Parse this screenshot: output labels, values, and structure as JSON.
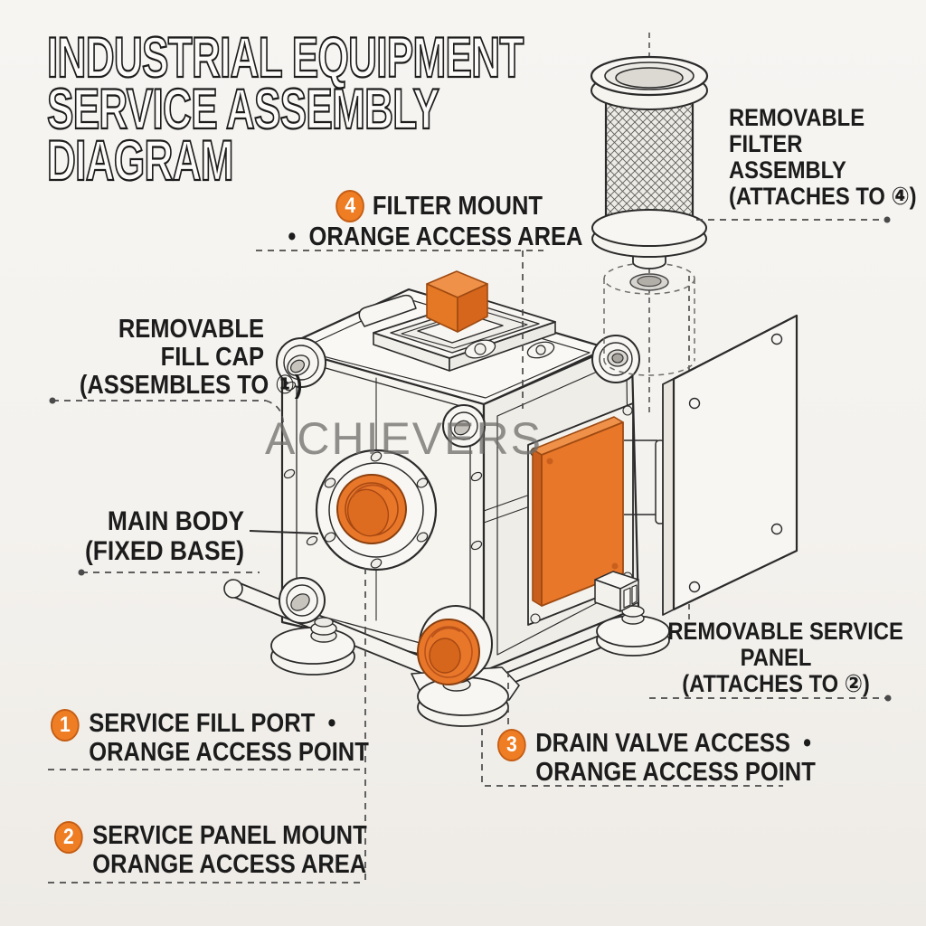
{
  "title": {
    "line1": "INDUSTRIAL EQUIPMENT",
    "line2": "SERVICE ASSEMBLY",
    "line3": "DIAGRAM"
  },
  "watermark": "ACHIEVERS",
  "labels": {
    "filter_mount": {
      "badge": "4",
      "line1": "FILTER MOUNT",
      "line2": "•  ORANGE ACCESS AREA"
    },
    "filter_assembly": {
      "line1": "REMOVABLE",
      "line2": "FILTER",
      "line3": "ASSEMBLY",
      "line4": "(ATTACHES TO ④)"
    },
    "fill_cap": {
      "line1": "REMOVABLE",
      "line2": "FILL CAP",
      "line3": "(ASSEMBLES TO ①)"
    },
    "main_body": {
      "line1": "MAIN BODY",
      "line2": "(FIXED BASE)"
    },
    "service_fill_port": {
      "badge": "1",
      "line1": "SERVICE FILL PORT  •",
      "line2": "ORANGE ACCESS POINT"
    },
    "service_panel_mount": {
      "badge": "2",
      "line1": "SERVICE PANEL MOUNT",
      "line2": "ORANGE ACCESS AREA"
    },
    "drain_valve": {
      "badge": "3",
      "line1": "DRAIN VALVE ACCESS  •",
      "line2": "ORANGE ACCESS POINT"
    },
    "service_panel": {
      "line1": "REMOVABLE SERVICE",
      "line2": "PANEL",
      "line3": "(ATTACHES TO ②)"
    }
  },
  "colors": {
    "background": "#f5f3f0",
    "line_art": "#2b2b2b",
    "orange_access": "#e8772a",
    "orange_dark": "#c95f1d",
    "orange_light": "#f09149",
    "badge_orange": "#ee7d24",
    "watermark_gray": "#6f6d69",
    "leader_gray": "#4a4a4a"
  }
}
